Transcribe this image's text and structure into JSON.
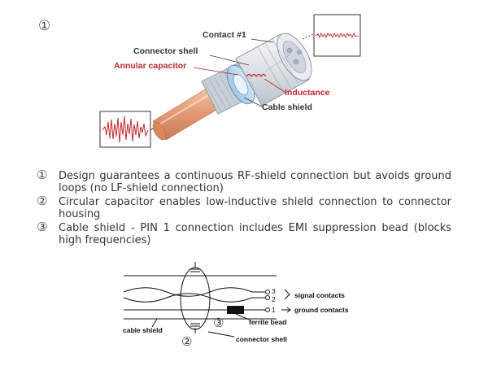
{
  "figure1": {
    "number": "①",
    "labels": {
      "contact": "Contact #1",
      "connector_shell": "Connector shell",
      "annular_capacitor": "Annular capacitor",
      "inductance": "Inductance",
      "cable_shield": "Cable shield"
    },
    "colors": {
      "accent_red": "#c0262c",
      "cable_orange": "#e8a07a"
    }
  },
  "list": [
    {
      "num": "①",
      "text": "Design guarantees a continuous RF-shield connection but avoids ground loops (no LF-shield connection)"
    },
    {
      "num": "②",
      "text": "Circular capacitor enables low-inductive shield connection to connector housing"
    },
    {
      "num": "③",
      "text": "Cable shield - PIN 1 connection includes EMI suppression bead (blocks high frequencies)"
    }
  ],
  "figure2": {
    "pins": [
      "3",
      "2",
      "1"
    ],
    "signal_contacts": "signal contacts",
    "ground_contacts": "ground contacts",
    "ferrite_bead": "ferrite bead",
    "cable_shield": "cable shield",
    "connector_shell": "connector shell",
    "marker2": "②",
    "marker3": "③"
  }
}
